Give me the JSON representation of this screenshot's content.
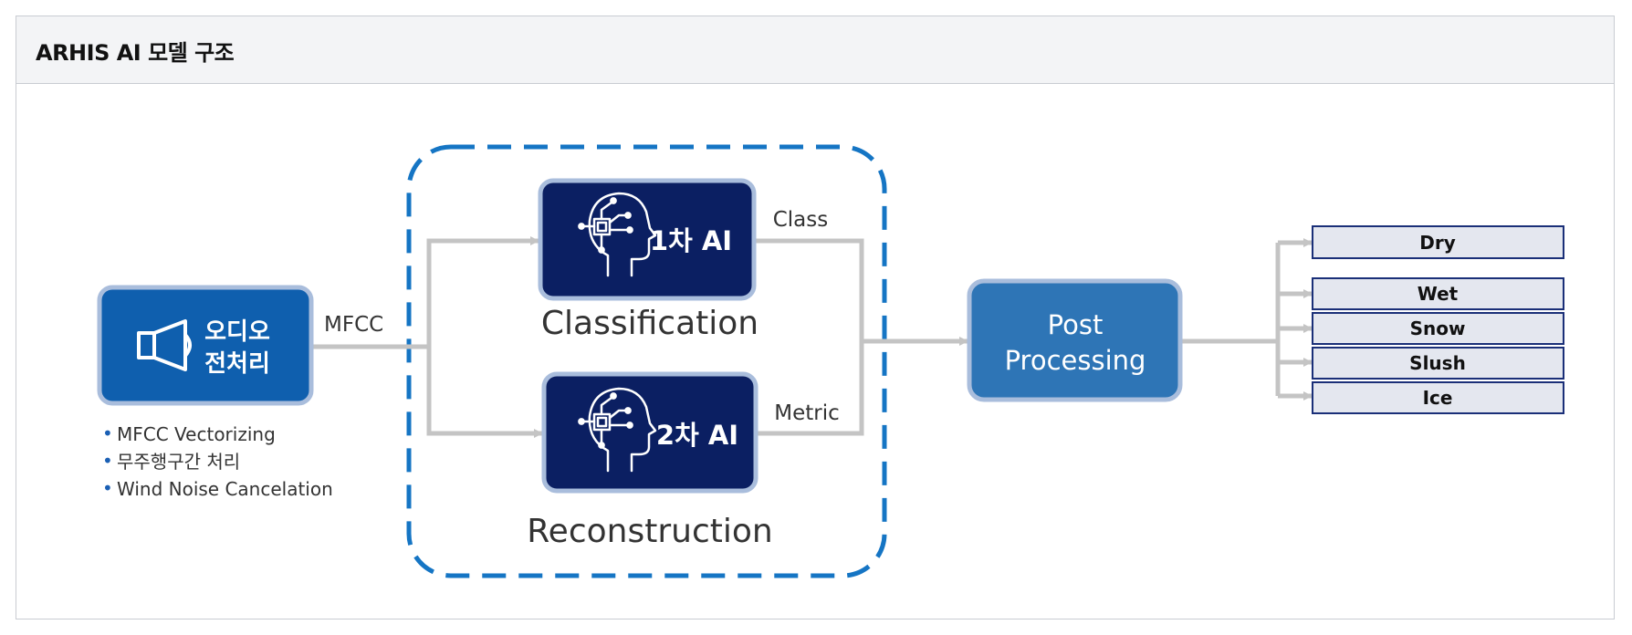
{
  "panel": {
    "title": "ARHIS AI 모델 구조"
  },
  "diagram": {
    "audio_block": {
      "line1": "오디오",
      "line2": "전처리"
    },
    "edge_mfcc": "MFCC",
    "bullets": [
      "MFCC Vectorizing",
      "무주행구간 처리",
      "Wind Noise Cancelation"
    ],
    "ai1": {
      "label": "1차 AI",
      "caption": "Classification",
      "edge": "Class"
    },
    "ai2": {
      "label": "2차 AI",
      "caption": "Reconstruction",
      "edge": "Metric"
    },
    "post": {
      "line1": "Post",
      "line2": "Processing"
    },
    "outputs": [
      "Dry",
      "Wet",
      "Snow",
      "Slush",
      "Ice"
    ],
    "colors": {
      "navy": "#0b1f62",
      "audio_blue": "#0f5fae",
      "post_blue": "#2e75b6",
      "border_light": "#a9bddc",
      "dashed": "#1575c4",
      "connector": "#c4c4c4",
      "output_fill": "#e4e7ef",
      "output_border": "#1a2f78"
    }
  }
}
